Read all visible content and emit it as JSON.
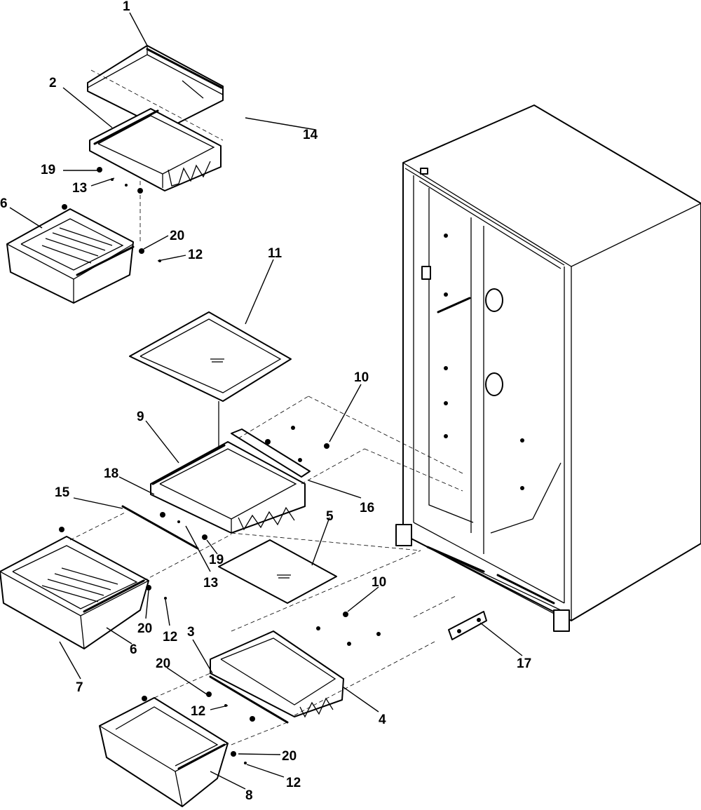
{
  "callouts": [
    {
      "id": "1",
      "text": "1"
    },
    {
      "id": "2",
      "text": "2"
    },
    {
      "id": "3",
      "text": "3"
    },
    {
      "id": "4",
      "text": "4"
    },
    {
      "id": "5",
      "text": "5"
    },
    {
      "id": "6a",
      "text": "6"
    },
    {
      "id": "6b",
      "text": "6"
    },
    {
      "id": "7",
      "text": "7"
    },
    {
      "id": "8",
      "text": "8"
    },
    {
      "id": "9",
      "text": "9"
    },
    {
      "id": "10a",
      "text": "10"
    },
    {
      "id": "10b",
      "text": "10"
    },
    {
      "id": "11",
      "text": "11"
    },
    {
      "id": "12a",
      "text": "12"
    },
    {
      "id": "12b",
      "text": "12"
    },
    {
      "id": "12c",
      "text": "12"
    },
    {
      "id": "12d",
      "text": "12"
    },
    {
      "id": "13a",
      "text": "13"
    },
    {
      "id": "13b",
      "text": "13"
    },
    {
      "id": "14",
      "text": "14"
    },
    {
      "id": "15",
      "text": "15"
    },
    {
      "id": "16",
      "text": "16"
    },
    {
      "id": "17",
      "text": "17"
    },
    {
      "id": "18",
      "text": "18"
    },
    {
      "id": "19a",
      "text": "19"
    },
    {
      "id": "19b",
      "text": "19"
    },
    {
      "id": "20a",
      "text": "20"
    },
    {
      "id": "20b",
      "text": "20"
    },
    {
      "id": "20c",
      "text": "20"
    },
    {
      "id": "20d",
      "text": "20"
    }
  ]
}
